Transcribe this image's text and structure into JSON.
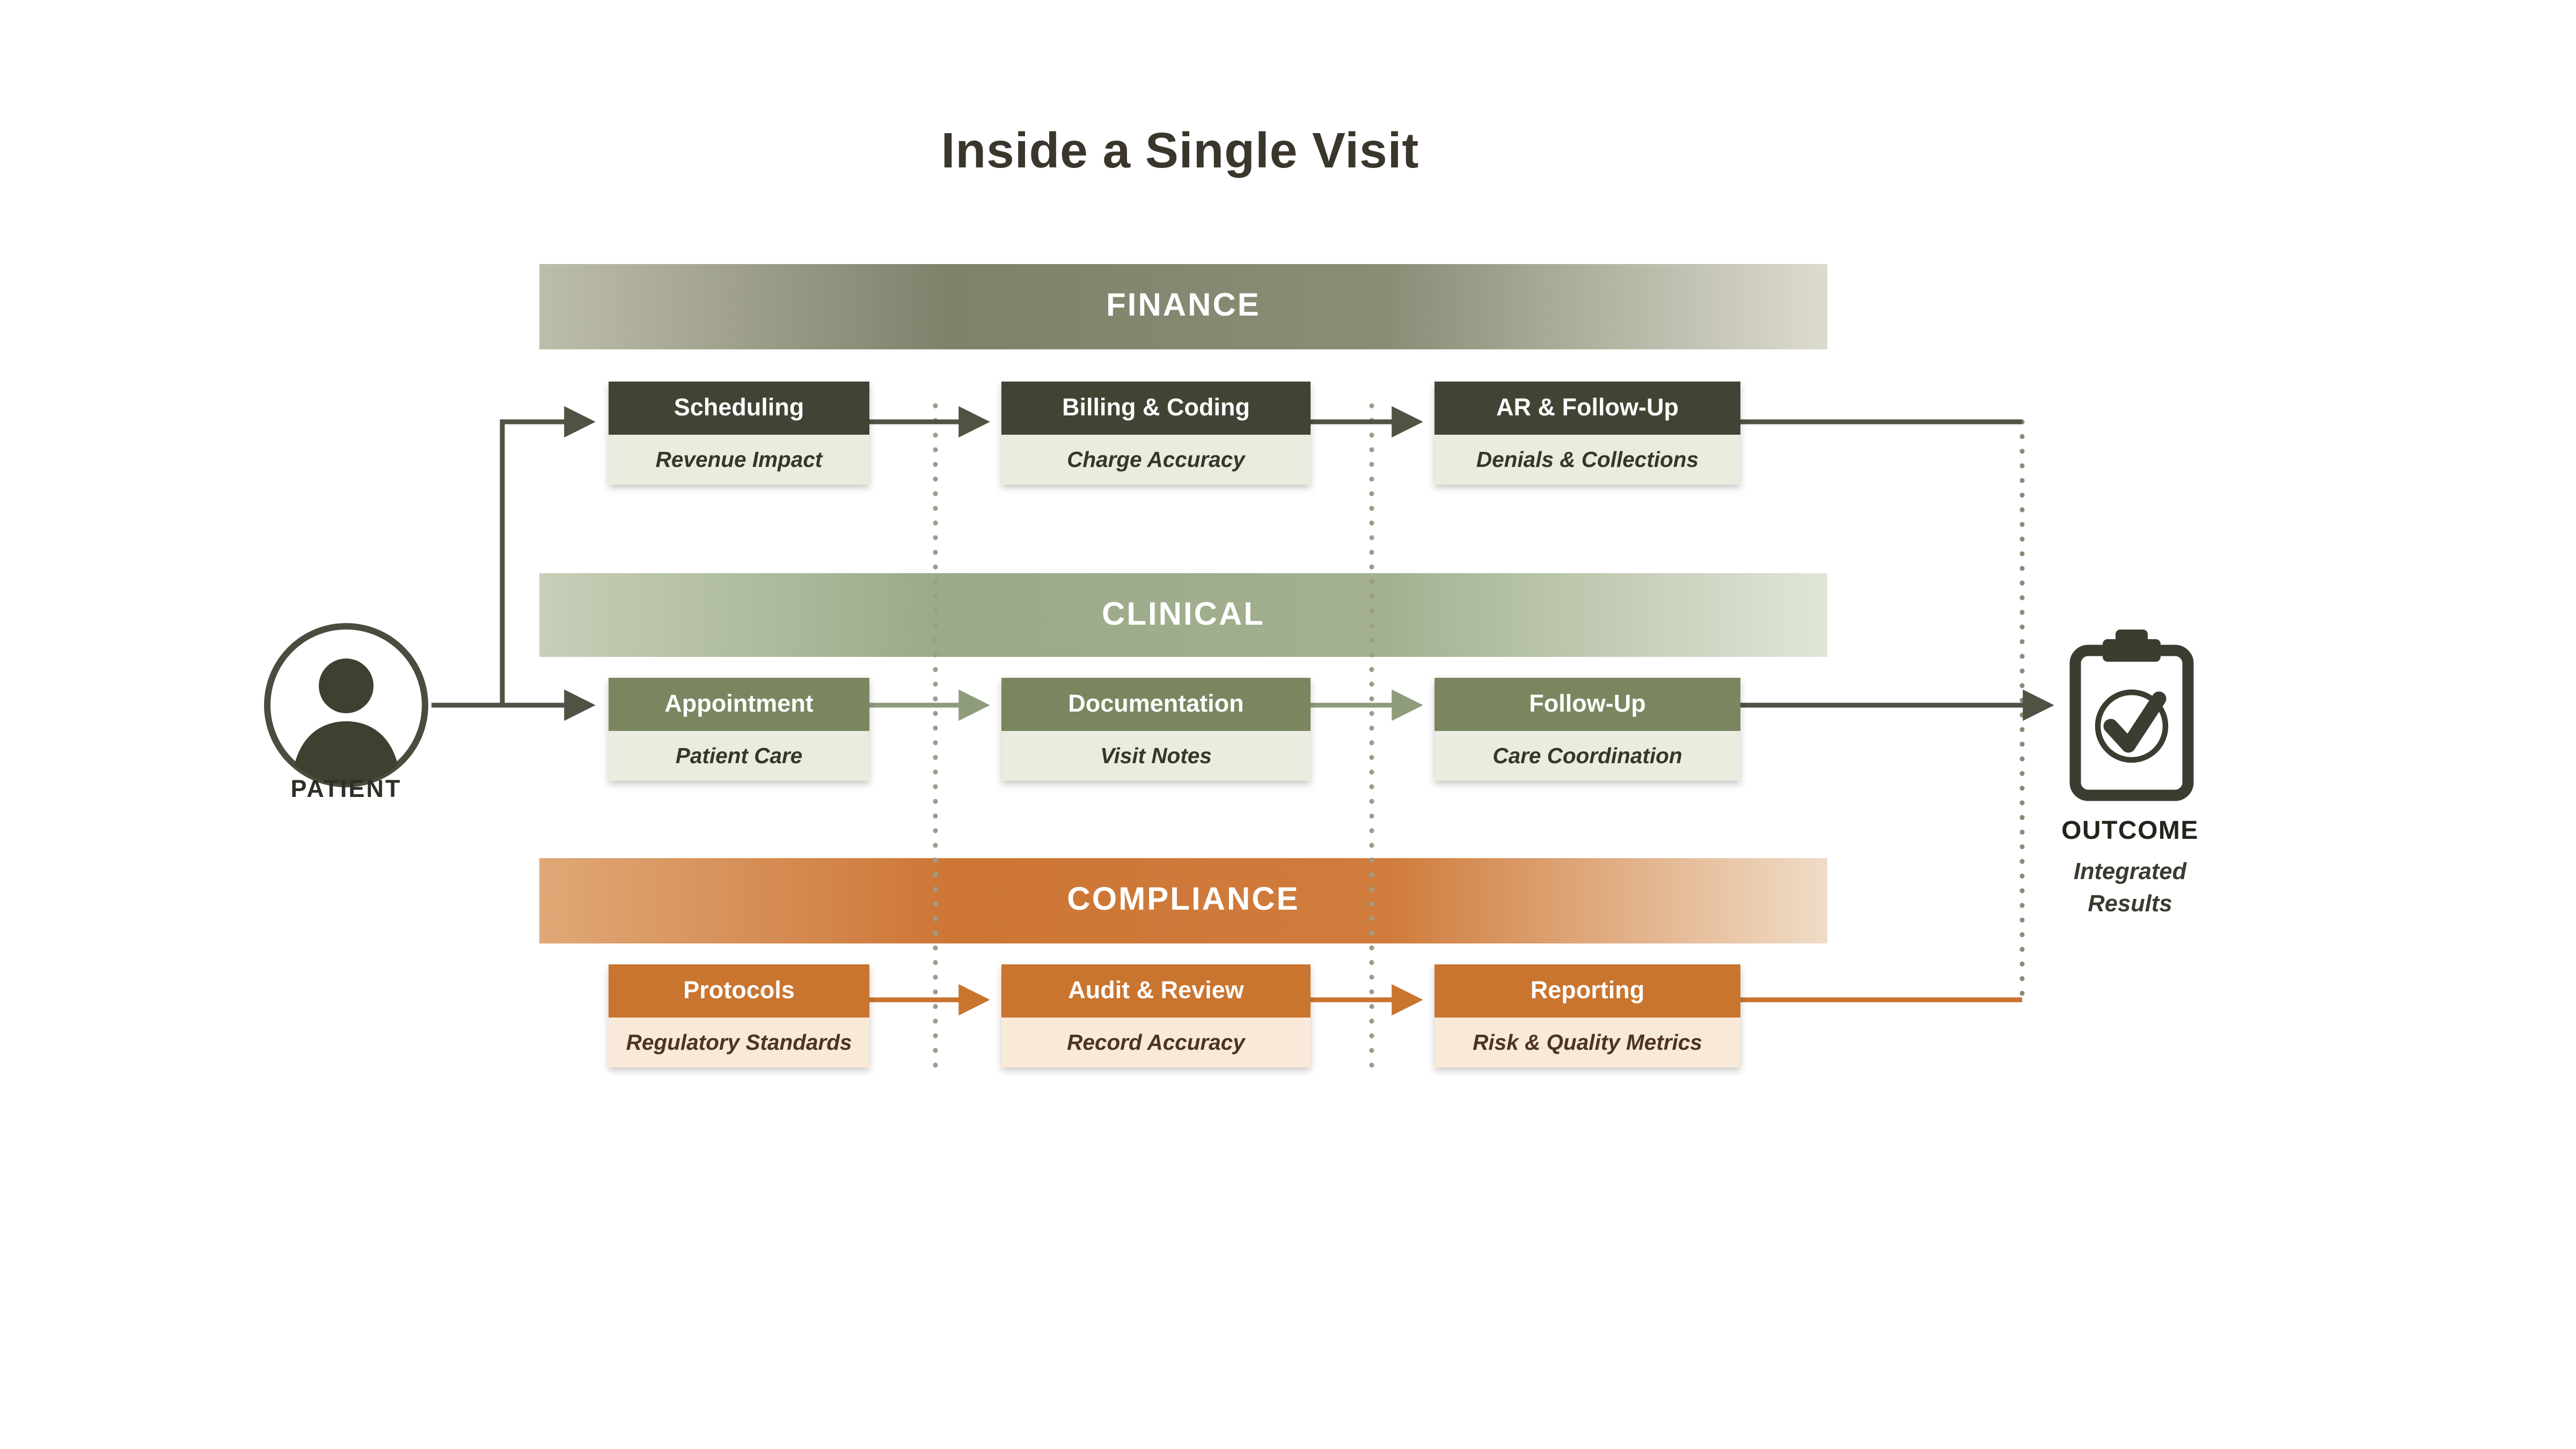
{
  "title": "Inside a Single Visit",
  "patient": {
    "label": "PATIENT",
    "icon": "person-silhouette-icon"
  },
  "outcome": {
    "label": "OUTCOME",
    "subtitle": "Integrated Results",
    "icon": "clipboard-check-icon"
  },
  "lanes": [
    {
      "id": "finance",
      "label": "FINANCE",
      "boxes": [
        {
          "title": "Scheduling",
          "subtitle": "Revenue Impact"
        },
        {
          "title": "Billing & Coding",
          "subtitle": "Charge Accuracy"
        },
        {
          "title": "AR & Follow-Up",
          "subtitle": "Denials & Collections"
        }
      ]
    },
    {
      "id": "clinical",
      "label": "CLINICAL",
      "boxes": [
        {
          "title": "Appointment",
          "subtitle": "Patient Care"
        },
        {
          "title": "Documentation",
          "subtitle": "Visit Notes"
        },
        {
          "title": "Follow-Up",
          "subtitle": "Care Coordination"
        }
      ]
    },
    {
      "id": "compliance",
      "label": "COMPLIANCE",
      "boxes": [
        {
          "title": "Protocols",
          "subtitle": "Regulatory Standards"
        },
        {
          "title": "Audit & Review",
          "subtitle": "Record Accuracy"
        },
        {
          "title": "Reporting",
          "subtitle": "Risk & Quality Metrics"
        }
      ]
    }
  ],
  "colors": {
    "title_color": "#3a362c",
    "finance_band": "#8b8d77",
    "finance_header": "#3f4434",
    "clinical_band": "#a3b191",
    "clinical_header": "#7a8660",
    "compliance_band": "#d07c3c",
    "compliance_header": "#c9742f",
    "arrow_dark": "#505244",
    "arrow_clinical": "#8e9c7c",
    "arrow_compliance": "#c9742f",
    "dotted_line": "#9b9d8b"
  }
}
